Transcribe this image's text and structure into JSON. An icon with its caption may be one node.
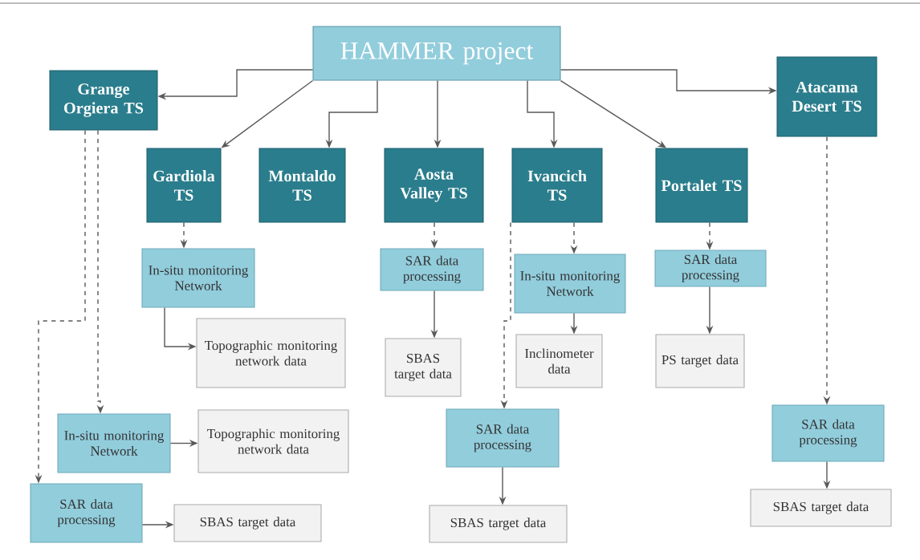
{
  "diagram": {
    "nodes": [
      {
        "text": [
          "HAMMER project"
        ]
      },
      {
        "text": [
          "Grange Orgiera TS"
        ]
      },
      {
        "text": [
          "Atacama Desert TS"
        ]
      },
      {
        "text": [
          "Gardiola TS"
        ]
      },
      {
        "text": [
          "Montaldo TS"
        ]
      },
      {
        "text": [
          "Aosta Valley TS"
        ]
      },
      {
        "text": [
          "Ivancich TS"
        ]
      },
      {
        "text": [
          "Portalet TS"
        ]
      },
      {
        "text": [
          "In-situ monitoring Network"
        ]
      },
      {
        "text": [
          "Topographic monitoring network data"
        ]
      },
      {
        "text": [
          "SAR data processing"
        ]
      },
      {
        "text": [
          "SBAS target data"
        ]
      },
      {
        "text": [
          "In-situ monitoring Network"
        ]
      },
      {
        "text": [
          "Inclinometer data"
        ]
      },
      {
        "text": [
          "SAR data processing"
        ]
      },
      {
        "text": [
          "PS target data"
        ]
      },
      {
        "text": [
          "In-situ monitoring Network"
        ]
      },
      {
        "text": [
          "Topographic monitoring network data"
        ]
      },
      {
        "text": [
          "SAR data processing"
        ]
      },
      {
        "text": [
          "SBAS target data"
        ]
      },
      {
        "text": [
          "SAR data processing"
        ]
      },
      {
        "text": [
          "SBAS target data"
        ]
      },
      {
        "text": [
          "SAR data processing"
        ]
      },
      {
        "text": [
          "SBAS target data"
        ]
      }
    ],
    "edges": [
      {
        "from": 0,
        "to": 1,
        "arrow": "to"
      },
      {
        "from": 0,
        "to": 2,
        "arrow": "to"
      },
      {
        "from": 0,
        "to": 3,
        "arrow": "to"
      },
      {
        "from": 0,
        "to": 4,
        "arrow": "to"
      },
      {
        "from": 0,
        "to": 5,
        "arrow": "to"
      },
      {
        "from": 0,
        "to": 6,
        "arrow": "to"
      },
      {
        "from": 0,
        "to": 7,
        "arrow": "to"
      },
      {
        "from": 3,
        "to": 8,
        "arrow": "to",
        "style": "dashed"
      },
      {
        "from": 8,
        "to": 9,
        "arrow": "to"
      },
      {
        "from": 5,
        "to": 10,
        "arrow": "to",
        "style": "dashed"
      },
      {
        "from": 10,
        "to": 11,
        "arrow": "to"
      },
      {
        "from": 6,
        "to": 12,
        "arrow": "to",
        "style": "dashed"
      },
      {
        "from": 12,
        "to": 13,
        "arrow": "to"
      },
      {
        "from": 7,
        "to": 14,
        "arrow": "to",
        "style": "dashed"
      },
      {
        "from": 14,
        "to": 15,
        "arrow": "to"
      },
      {
        "from": 1,
        "to": 16,
        "arrow": "to",
        "style": "dashed"
      },
      {
        "from": 16,
        "to": 17,
        "arrow": "to"
      },
      {
        "from": 1,
        "to": 18,
        "arrow": "to",
        "style": "dashed"
      },
      {
        "from": 18,
        "to": 19,
        "arrow": "to"
      },
      {
        "from": 6,
        "to": 20,
        "arrow": "to",
        "style": "dashed"
      },
      {
        "from": 20,
        "to": 21,
        "arrow": "to"
      },
      {
        "from": 2,
        "to": 22,
        "arrow": "to",
        "style": "dashed"
      },
      {
        "from": 22,
        "to": 23,
        "arrow": "to"
      }
    ]
  }
}
